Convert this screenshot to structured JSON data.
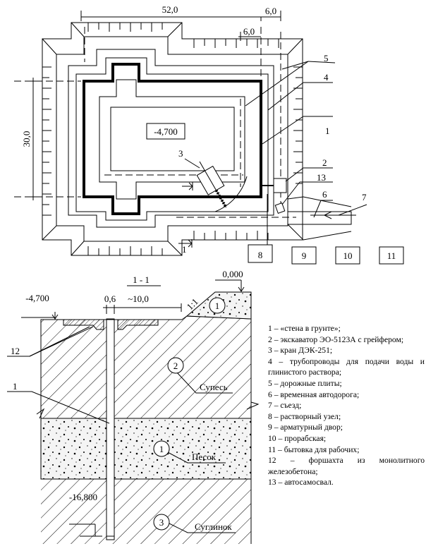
{
  "plan": {
    "dim_length": "52,0",
    "dim_offset_outer": "6,0",
    "dim_offset_inner": "6,0",
    "dim_width": "30,0",
    "elevation": "-4,700",
    "section_marker": "1",
    "callouts": [
      "1",
      "2",
      "3",
      "4",
      "5",
      "6",
      "7",
      "13"
    ],
    "buildings": [
      "8",
      "9",
      "10",
      "11"
    ]
  },
  "section": {
    "title": "1 - 1",
    "elev_top": "0,000",
    "elev_pit": "-4,700",
    "elev_bottom": "-16,800",
    "dim_wall": "0,6",
    "dim_berm": "~10,0",
    "slope": "1:1",
    "callout_12": "12",
    "callout_1": "1",
    "soils": [
      {
        "num": "1",
        "name": ""
      },
      {
        "num": "2",
        "name": "Супесь"
      },
      {
        "num": "1",
        "name": "Песок"
      },
      {
        "num": "3",
        "name": "Суглинок"
      }
    ]
  },
  "legend": [
    "1 – «стена в грунте»;",
    "2 – экскаватор ЭО-5123А с грейфером;",
    "3 – кран ДЭК-251;",
    "4 – трубопроводы для подачи воды и глинистого раствора;",
    "5 – дорожные плиты;",
    "6 – временная автодорога;",
    "7 – съезд;",
    "8 – растворный узел;",
    "9 – арматурный двор;",
    "10 – прорабская;",
    "11 – бытовка для рабочих;",
    "12 – форшахта из монолитного железобетона;",
    "13 – автосамосвал."
  ]
}
